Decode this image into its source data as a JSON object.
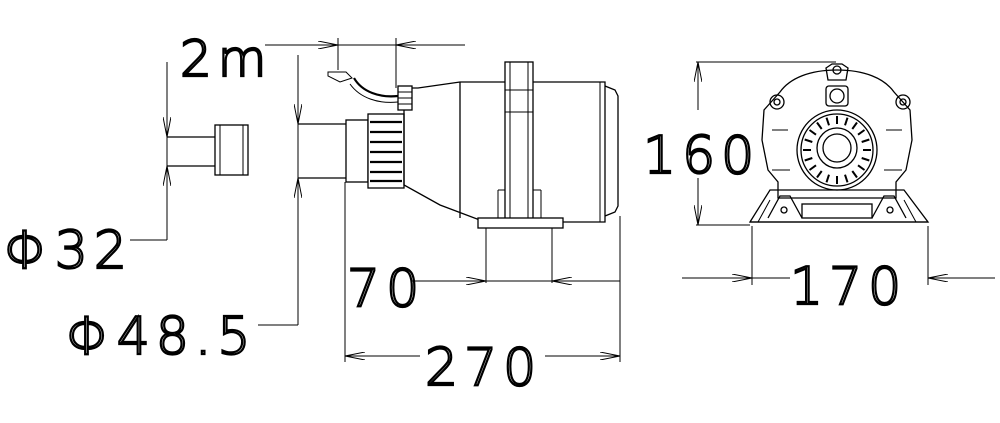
{
  "dimensions": {
    "cable_length": "2m",
    "inlet_diameter": "Φ32",
    "outlet_diameter": "Φ48.5",
    "foot_width": "70",
    "total_length": "270",
    "height": "160",
    "base_width": "170"
  }
}
